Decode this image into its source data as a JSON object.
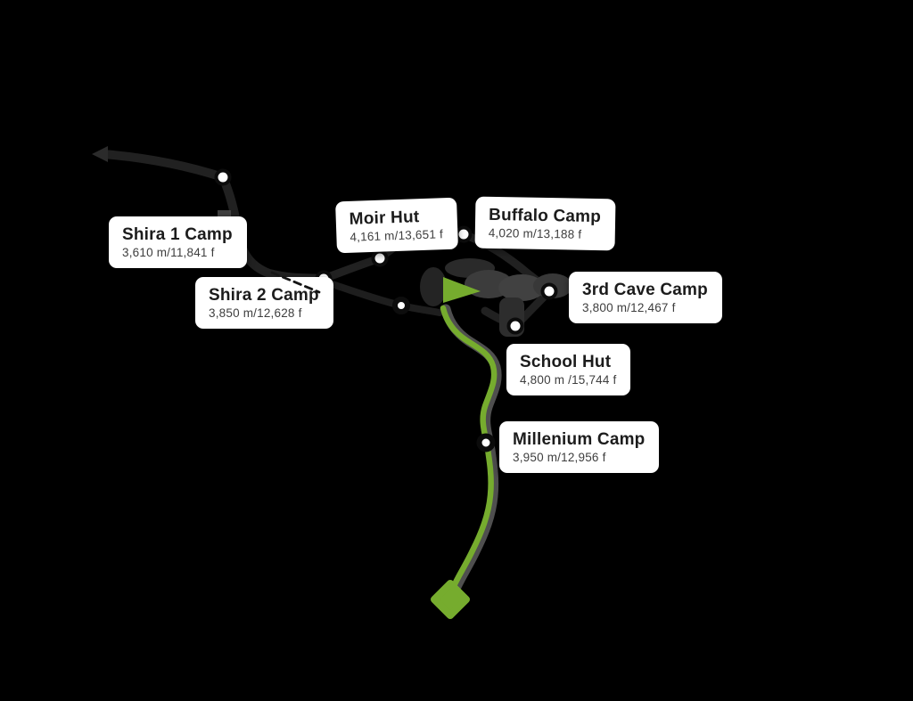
{
  "map_type": "trek-route-elevation-map",
  "colors": {
    "background": "#000000",
    "route_dark": "#212121",
    "route_green": "#76ac2e",
    "crater_gray": "#3c3c3c",
    "dot_white": "#ffffff",
    "label_bg": "#ffffff",
    "label_title": "#1c1c1c",
    "label_subtitle": "#3e3e3e"
  },
  "icons": {
    "start_arrow": "route-start-arrow",
    "summit_flag": "summit-flag",
    "end_marker": "route-end-diamond"
  },
  "waypoints": [
    {
      "name": "Shira 1 Camp",
      "elevation": "3,610 m/11,841 f"
    },
    {
      "name": "Shira 2 Camp",
      "elevation": "3,850 m/12,628 f"
    },
    {
      "name": "Moir Hut",
      "elevation": "4,161 m/13,651 f"
    },
    {
      "name": "Buffalo Camp",
      "elevation": "4,020 m/13,188 f"
    },
    {
      "name": "3rd Cave Camp",
      "elevation": "3,800 m/12,467 f"
    },
    {
      "name": "School Hut",
      "elevation": "4,800 m /15,744 f"
    },
    {
      "name": "Millenium Camp",
      "elevation": "3,950 m/12,956 f"
    }
  ]
}
